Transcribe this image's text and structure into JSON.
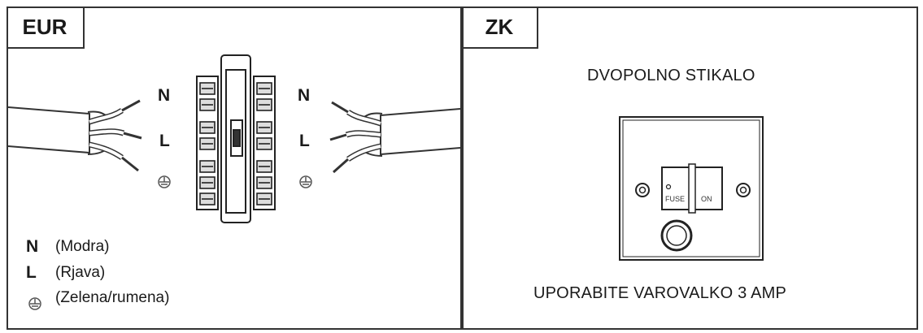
{
  "eur_panel": {
    "tag": "EUR",
    "left_labels": [
      "N",
      "L"
    ],
    "right_labels": [
      "N",
      "L"
    ],
    "legend": [
      {
        "code": "N",
        "text": "(Modra)"
      },
      {
        "code": "L",
        "text": "(Rjava)"
      },
      {
        "code": "",
        "text": "(Zelena/rumena)",
        "icon": "earth-ground-icon"
      }
    ]
  },
  "zk_panel": {
    "tag": "ZK",
    "title": "DVOPOLNO STIKALO",
    "switch_labels": [
      "FUSE",
      "ON"
    ],
    "caption": "UPORABITE VAROVALKO 3 AMP"
  }
}
